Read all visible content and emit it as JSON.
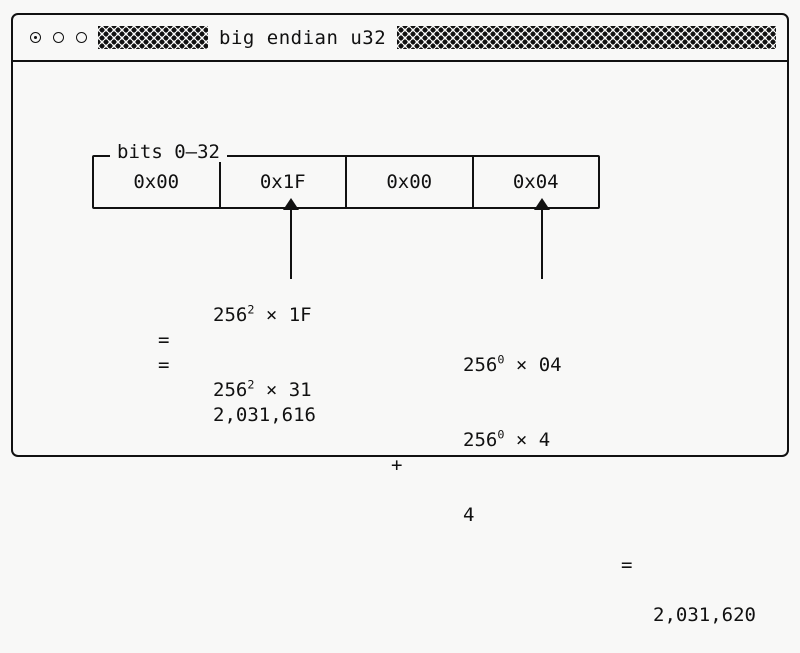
{
  "window": {
    "title": "big endian u32",
    "controls": [
      {
        "name": "window-control-1",
        "state": "active"
      },
      {
        "name": "window-control-2",
        "state": "inactive"
      },
      {
        "name": "window-control-3",
        "state": "inactive"
      }
    ],
    "border_color": "#111111",
    "background": "#f8f8f7"
  },
  "diagram": {
    "field_legend": "bits 0–32",
    "bytes": [
      {
        "label": "0x00",
        "index": 0
      },
      {
        "label": "0x1F",
        "index": 1
      },
      {
        "label": "0x00",
        "index": 2
      },
      {
        "label": "0x04",
        "index": 3
      }
    ],
    "pointers": [
      {
        "name": "pointer-to-byte-1",
        "target_byte": "0x1F"
      },
      {
        "name": "pointer-to-byte-3",
        "target_byte": "0x04"
      }
    ],
    "math": {
      "left": {
        "line1_base": "256",
        "line1_exp": "2",
        "line1_rest": " × 1F",
        "line2_eq": "=",
        "line2_base": "256",
        "line2_exp": "2",
        "line2_rest": " × 31",
        "line3_eq": "=",
        "line3_value": "2,031,616"
      },
      "right": {
        "line1_base": "256",
        "line1_exp": "0",
        "line1_rest": " × 04",
        "line2_base": "256",
        "line2_exp": "0",
        "line2_rest": " × 4",
        "line3_value": "4"
      },
      "plus": "+",
      "total_eq": "=",
      "total": "2,031,620"
    }
  }
}
